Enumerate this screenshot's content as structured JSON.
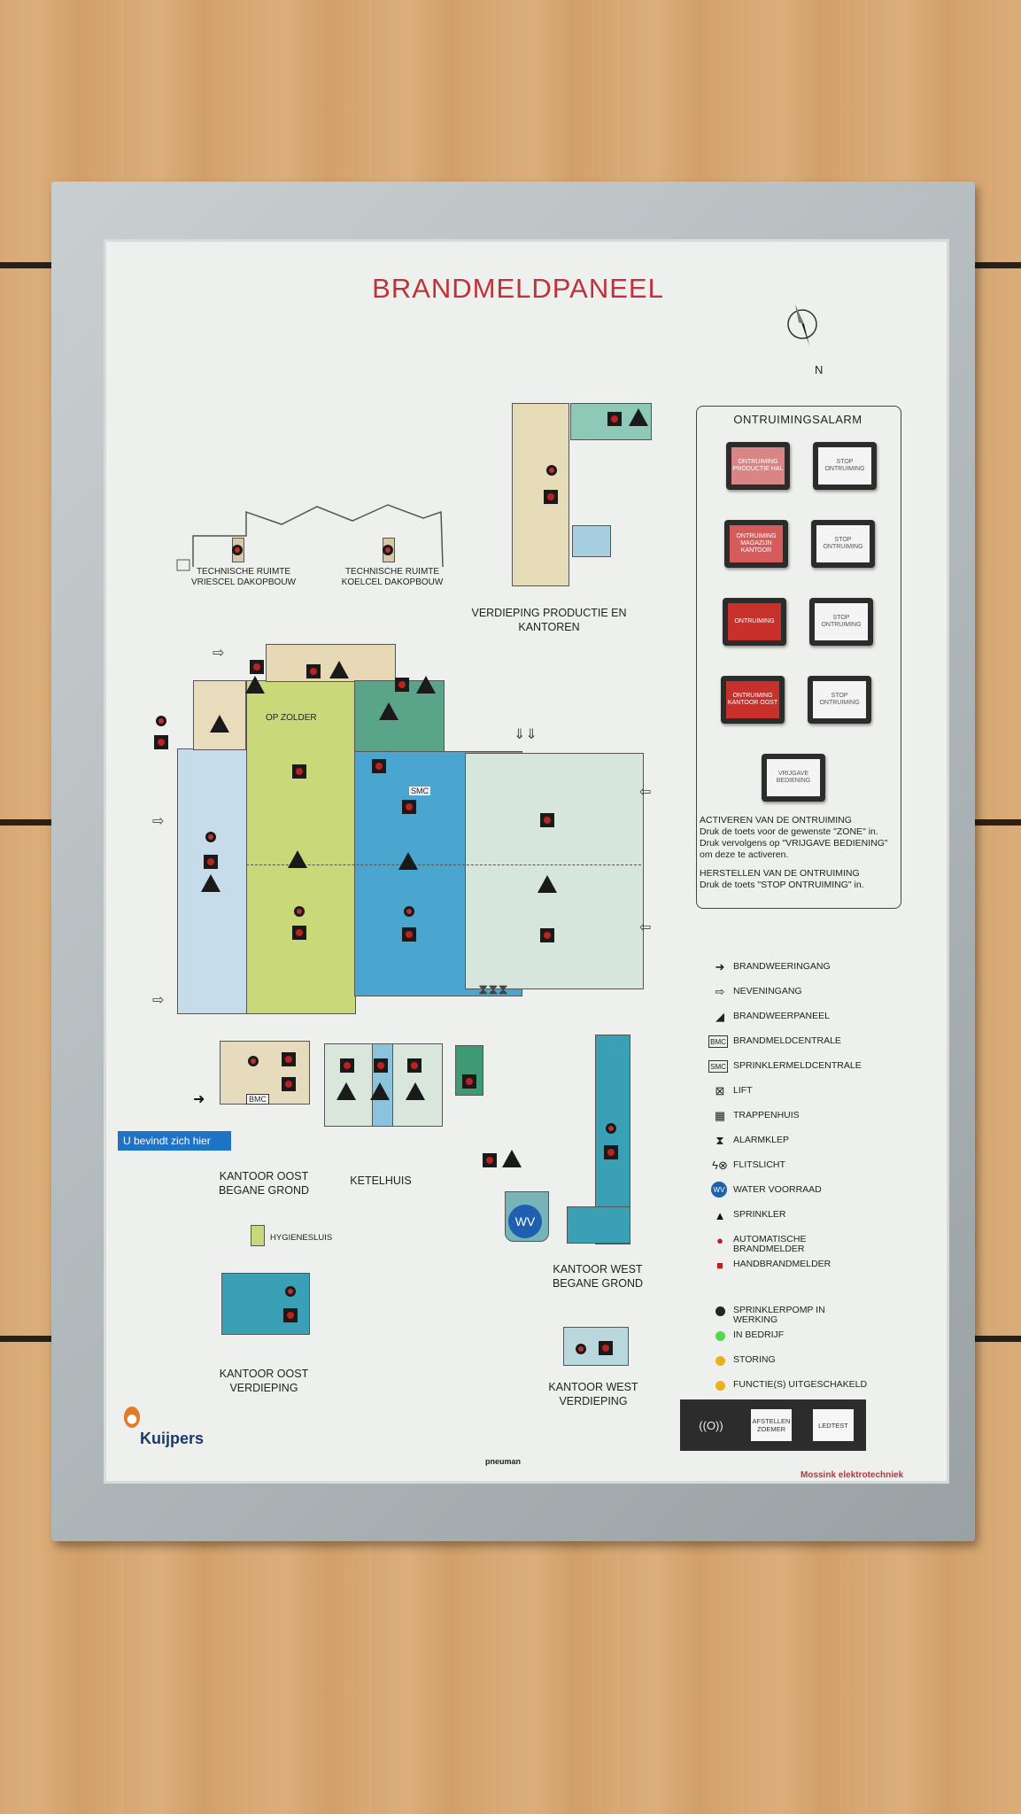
{
  "title": "BRANDMELDPANEEL",
  "north_label": "N",
  "zones": {
    "tech_vries": "TECHNISCHE RUIMTE VRIESCEL DAKOPBOUW",
    "tech_koel": "TECHNISCHE RUIMTE KOELCEL DAKOPBOUW",
    "verdieping": "VERDIEPING PRODUCTIE EN KANTOREN",
    "op_zolder": "OP ZOLDER",
    "kantoor_oost_bg": "KANTOOR OOST BEGANE GROND",
    "ketelhuis": "KETELHUIS",
    "kantoor_west_bg": "KANTOOR WEST BEGANE GROND",
    "hygienesluis": "HYGIENESLUIS",
    "kantoor_oost_verd": "KANTOOR OOST VERDIEPING",
    "kantoor_west_verd": "KANTOOR WEST VERDIEPING",
    "smc_label": "SMC",
    "bmc_label": "BMC",
    "wv_label": "WV",
    "you_are_here": "U bevindt zich hier"
  },
  "evacuation": {
    "title": "ONTRUIMINGSALARM",
    "buttons": [
      {
        "label": "ONTRUIMING PRODUCTIE HAL",
        "stop": "STOP ONTRUIMING"
      },
      {
        "label": "ONTRUIMING MAGAZIJN KANTOOR",
        "stop": "STOP ONTRUIMING"
      },
      {
        "label": "ONTRUIMING",
        "stop": "STOP ONTRUIMING"
      },
      {
        "label": "ONTRUIMING KANTOOR OOST",
        "stop": "STOP ONTRUIMING"
      }
    ],
    "release": "VRIJGAVE BEDIENING",
    "activate_title": "ACTIVEREN VAN DE ONTRUIMING",
    "activate_text": "Druk de toets voor de gewenste \"ZONE\" in. Druk vervolgens op \"VRIJGAVE BEDIENING\" om deze te activeren.",
    "reset_title": "HERSTELLEN VAN DE ONTRUIMING",
    "reset_text": "Druk de toets \"STOP ONTRUIMING\" in."
  },
  "legend": [
    {
      "icon": "➜",
      "label": "BRANDWEERINGANG"
    },
    {
      "icon": "⇨",
      "label": "NEVENINGANG"
    },
    {
      "icon": "◢",
      "label": "BRANDWEERPANEEL"
    },
    {
      "icon": "BMC",
      "label": "BRANDMELDCENTRALE"
    },
    {
      "icon": "SMC",
      "label": "SPRINKLERMELDCENTRALE"
    },
    {
      "icon": "⊠",
      "label": "LIFT"
    },
    {
      "icon": "▦",
      "label": "TRAPPENHUIS"
    },
    {
      "icon": "⧗",
      "label": "ALARMKLEP"
    },
    {
      "icon": "ϟ⊗",
      "label": "FLITSLICHT"
    },
    {
      "icon": "WV",
      "label": "WATER VOORRAAD"
    },
    {
      "icon": "▲",
      "label": "SPRINKLER"
    },
    {
      "icon": "●",
      "label": "AUTOMATISCHE BRANDMELDER"
    },
    {
      "icon": "■",
      "label": "HANDBRANDMELDER"
    }
  ],
  "status": [
    {
      "color": "#1c2a22",
      "label": "SPRINKLERPOMP IN WERKING"
    },
    {
      "color": "#53d84a",
      "label": "IN BEDRIJF"
    },
    {
      "color": "#e8b21c",
      "label": "STORING"
    },
    {
      "color": "#e8b21c",
      "label": "FUNCTIE(S) UITGESCHAKELD"
    }
  ],
  "controls": {
    "buzzer": "((O))",
    "silence": "AFSTELLEN ZOEMER",
    "ledtest": "LEDTEST"
  },
  "logos": {
    "kuijpers": "Kuijpers",
    "pneuman": "pneuman",
    "mossink": "Mossink elektrotechniek"
  }
}
